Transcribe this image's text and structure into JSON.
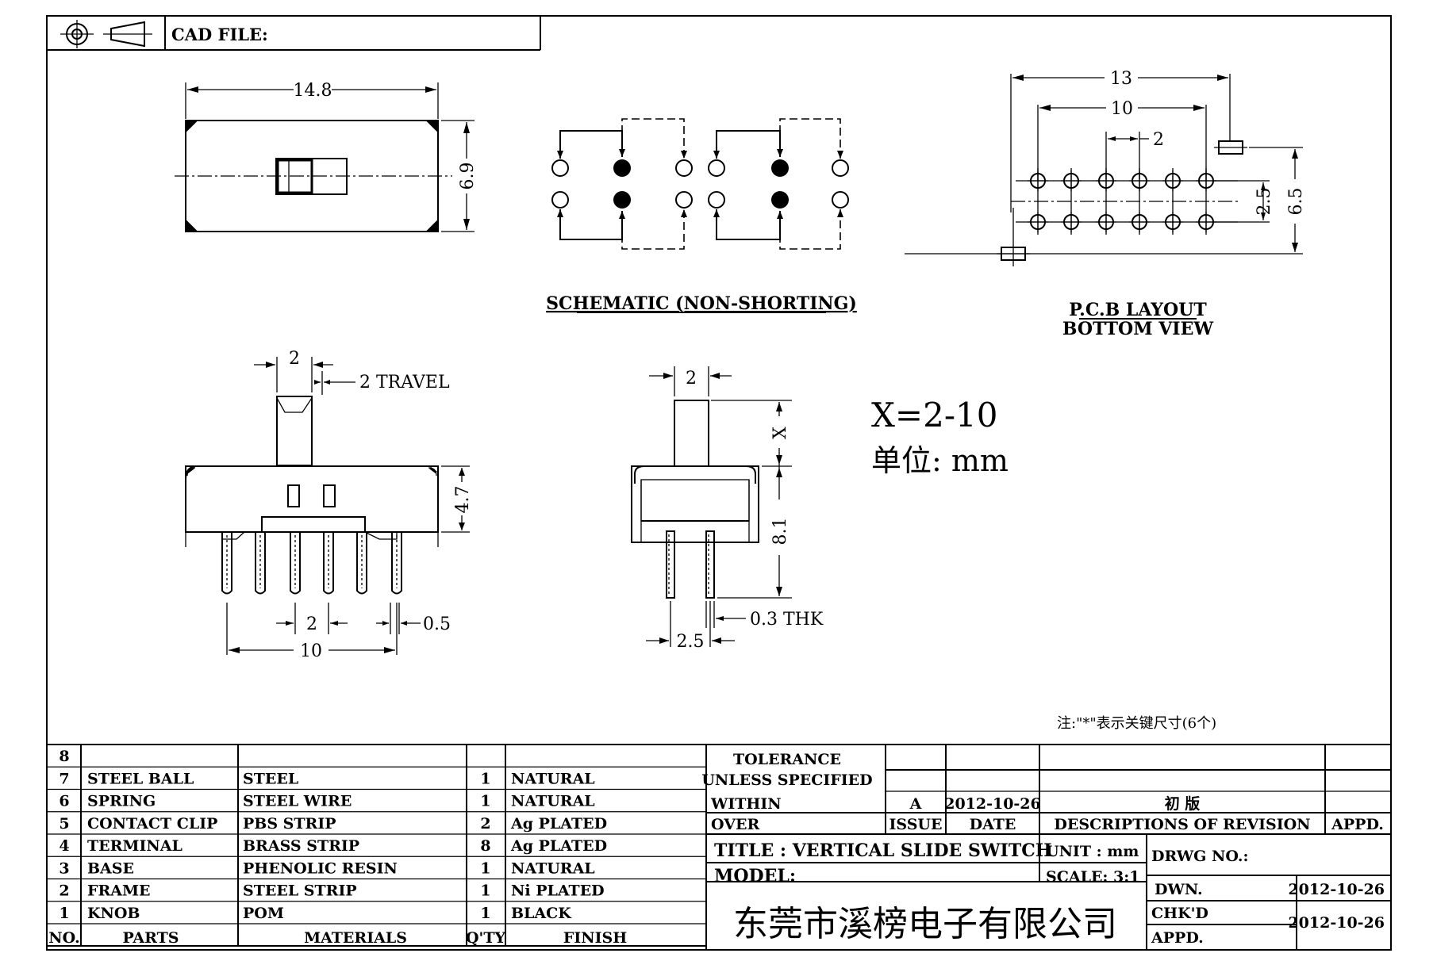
{
  "header": {
    "cad_file_label": "CAD FILE:"
  },
  "dims": {
    "top_width": "14.8",
    "top_height": "6.9",
    "pcb_13": "13",
    "pcb_10": "10",
    "pcb_2": "2",
    "pcb_25": "2.5",
    "pcb_65": "6.5",
    "side_2": "2",
    "side_travel": "2 TRAVEL",
    "side_47": "4.7",
    "side_pitch": "2",
    "side_05": "0.5",
    "side_10": "10",
    "end_2": "2",
    "end_x": "X",
    "end_81": "8.1",
    "end_thk": "0.3 THK",
    "end_25": "2.5"
  },
  "labels": {
    "schematic": "SCHEMATIC (NON-SHORTING)",
    "pcb_line1": "P.C.B LAYOUT",
    "pcb_line2": "BOTTOM VIEW",
    "x_range": "X=2-10",
    "unit": "单位: mm",
    "note": "注:\"*\"表示关键尺寸(6个)"
  },
  "bom": {
    "rows": [
      {
        "no": "8",
        "part": "",
        "material": "",
        "qty": "",
        "finish": ""
      },
      {
        "no": "7",
        "part": "STEEL BALL",
        "material": "STEEL",
        "qty": "1",
        "finish": "NATURAL"
      },
      {
        "no": "6",
        "part": "SPRING",
        "material": "STEEL WIRE",
        "qty": "1",
        "finish": "NATURAL"
      },
      {
        "no": "5",
        "part": "CONTACT CLIP",
        "material": "PBS STRIP",
        "qty": "2",
        "finish": "Ag PLATED"
      },
      {
        "no": "4",
        "part": "TERMINAL",
        "material": "BRASS STRIP",
        "qty": "8",
        "finish": "Ag PLATED"
      },
      {
        "no": "3",
        "part": "BASE",
        "material": "PHENOLIC RESIN",
        "qty": "1",
        "finish": "NATURAL"
      },
      {
        "no": "2",
        "part": "FRAME",
        "material": "STEEL STRIP",
        "qty": "1",
        "finish": "Ni PLATED"
      },
      {
        "no": "1",
        "part": "KNOB",
        "material": "POM",
        "qty": "1",
        "finish": "BLACK"
      }
    ],
    "headers": {
      "no": "NO.",
      "part": "PARTS",
      "material": "MATERIALS",
      "qty": "Q'TY",
      "finish": "FINISH"
    }
  },
  "title_block": {
    "tolerance": "TOLERANCE",
    "unless": "UNLESS  SPECIFIED",
    "within": "WITHIN",
    "over": "OVER",
    "issue_val": "A",
    "date_val": "2012-10-26",
    "desc_val": "初  版",
    "issue_hdr": "ISSUE",
    "date_hdr": "DATE",
    "desc_hdr": "DESCRIPTIONS OF REVISION",
    "appd_hdr": "APPD.",
    "title": "TITLE :  VERTICAL SLIDE SWITCH",
    "unit": "UNIT :  mm",
    "drwg": "DRWG NO.:",
    "model": "MODEL:",
    "scale": "SCALE:  3:1",
    "dwn": "DWN.",
    "dwn_date": "2012-10-26",
    "chkd": "CHK'D",
    "appd": "APPD.",
    "chk_date": "2012-10-26",
    "company": "东莞市溪榜电子有限公司"
  }
}
